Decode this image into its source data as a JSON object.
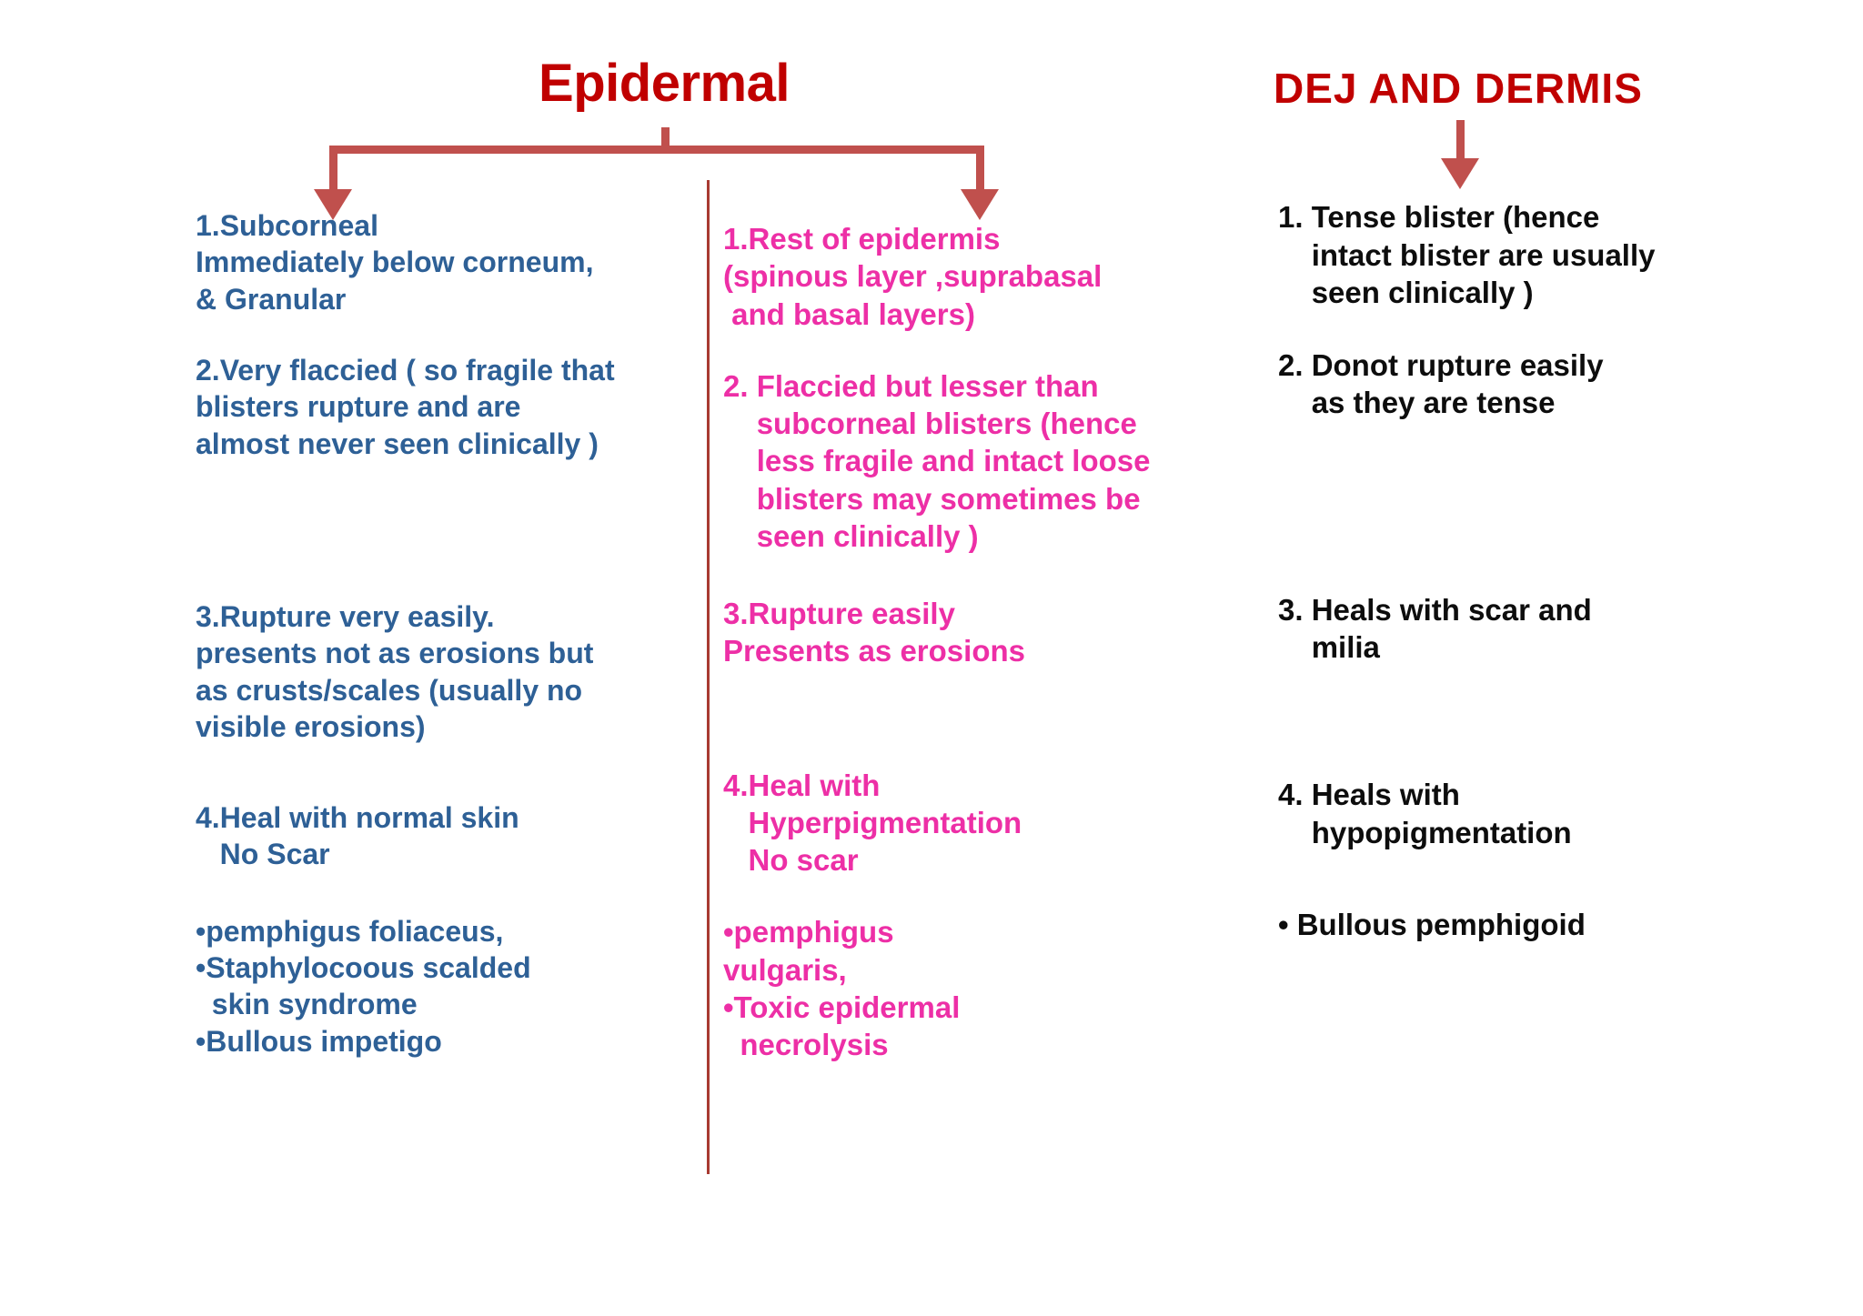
{
  "headers": {
    "epidermal": "Epidermal",
    "dej_and_dermis": "DEJ   AND  DERMIS"
  },
  "colors": {
    "header_red": "#C00000",
    "arrow_red": "#C0504D",
    "divider_red": "#A83A32",
    "subcorneal_blue": "#2E6096",
    "rest_of_epidermis_pink": "#ED2FA6",
    "dej_black": "#0D0D0D",
    "background": "#FFFFFF"
  },
  "columns": {
    "subcorneal": {
      "item1": "1.Subcorneal\nImmediately below corneum,\n& Granular",
      "item2": "2.Very flaccied ( so fragile that\nblisters rupture and are\nalmost never seen clinically )",
      "item3": "3.Rupture very easily.\npresents not as erosions but\nas crusts/scales (usually no\nvisible erosions)",
      "item4": "4.Heal with normal skin\n   No Scar",
      "bullets": "•pemphigus foliaceus,\n•Staphylocoous scalded\n  skin syndrome\n•Bullous impetigo"
    },
    "rest_of_epidermis": {
      "item1": "1.Rest of epidermis\n(spinous layer ,suprabasal\n and basal layers)",
      "item2": "2. Flaccied but lesser than\n    subcorneal blisters (hence\n    less fragile and intact loose\n    blisters may sometimes be\n    seen clinically )",
      "item3": "3.Rupture easily\nPresents as erosions",
      "item4": "4.Heal with\n   Hyperpigmentation\n   No scar",
      "bullets": "•pemphigus\nvulgaris,\n•Toxic epidermal\n  necrolysis"
    },
    "dej_and_dermis": {
      "item1": "1. Tense blister (hence\n    intact blister are usually\n    seen clinically )",
      "item2": "2. Donot rupture easily\n    as they are tense",
      "item3": "3. Heals with scar and\n    milia",
      "item4": "4. Heals with\n    hypopigmentation",
      "bullets": "• Bullous pemphigoid"
    }
  }
}
